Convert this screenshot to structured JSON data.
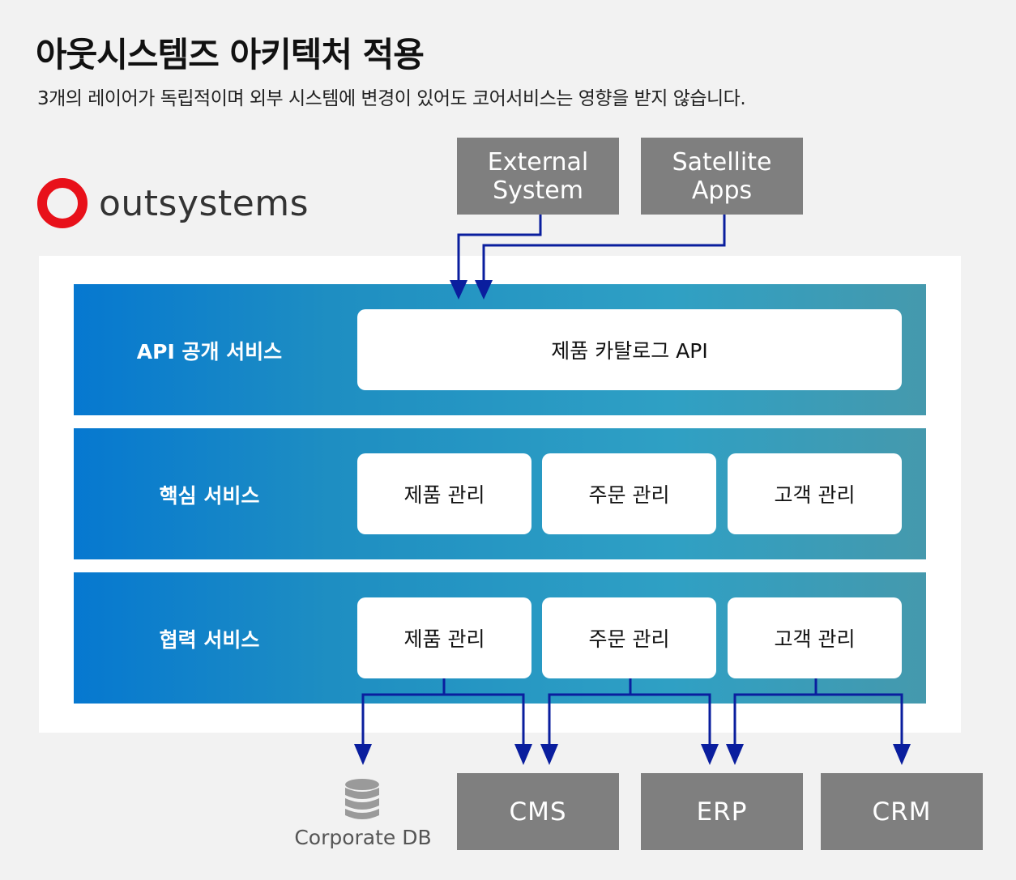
{
  "header": {
    "title": "아웃시스템즈 아키텍처 적용",
    "subtitle": "3개의 레이어가 독립적이며 외부 시스템에 변경이 있어도 코어서비스는 영향을 받지 않습니다."
  },
  "logo": {
    "text": "outsystems",
    "mark_color": "#e8111a"
  },
  "external": {
    "external_system": {
      "line1": "External",
      "line2": "System"
    },
    "satellite_apps": {
      "line1": "Satellite",
      "line2": "Apps"
    }
  },
  "layers": {
    "api": {
      "label": "API 공개 서비스",
      "card": "제품 카탈로그 API"
    },
    "core": {
      "label": "핵심 서비스",
      "cards": [
        "제품 관리",
        "주문 관리",
        "고객 관리"
      ]
    },
    "collab": {
      "label": "협력 서비스",
      "cards": [
        "제품 관리",
        "주문 관리",
        "고객 관리"
      ]
    }
  },
  "backends": {
    "db_label": "Corporate DB",
    "cms": "CMS",
    "erp": "ERP",
    "crm": "CRM"
  },
  "colors": {
    "arrow": "#0a1e9e",
    "gray_box": "#7f7f7f",
    "layer_gradient_start": "#0678d0",
    "layer_gradient_end": "#4599ad"
  }
}
